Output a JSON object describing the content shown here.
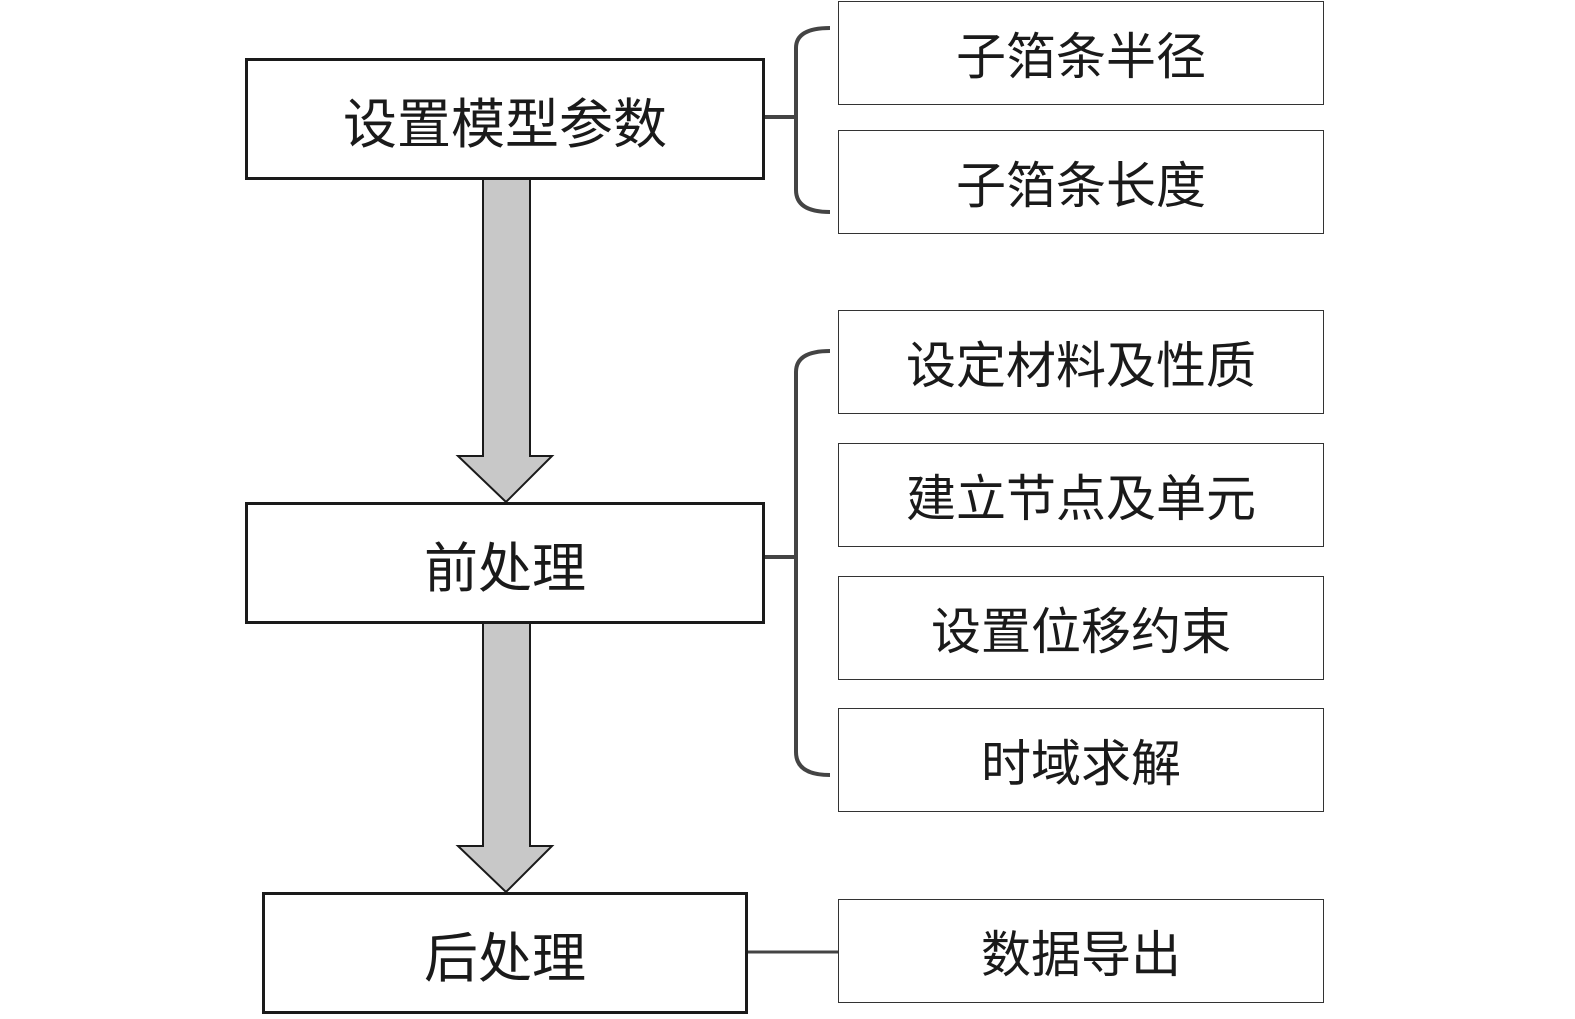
{
  "steps": [
    {
      "label": "设置模型参数",
      "details": [
        "子箔条半径",
        "子箔条长度"
      ]
    },
    {
      "label": "前处理",
      "details": [
        "设定材料及性质",
        "建立节点及单元",
        "设置位移约束",
        "时域求解"
      ]
    },
    {
      "label": "后处理",
      "details": [
        "数据导出"
      ]
    }
  ],
  "colors": {
    "arrow_fill": "#c8c8c8",
    "stroke": "#1a1a1a"
  }
}
